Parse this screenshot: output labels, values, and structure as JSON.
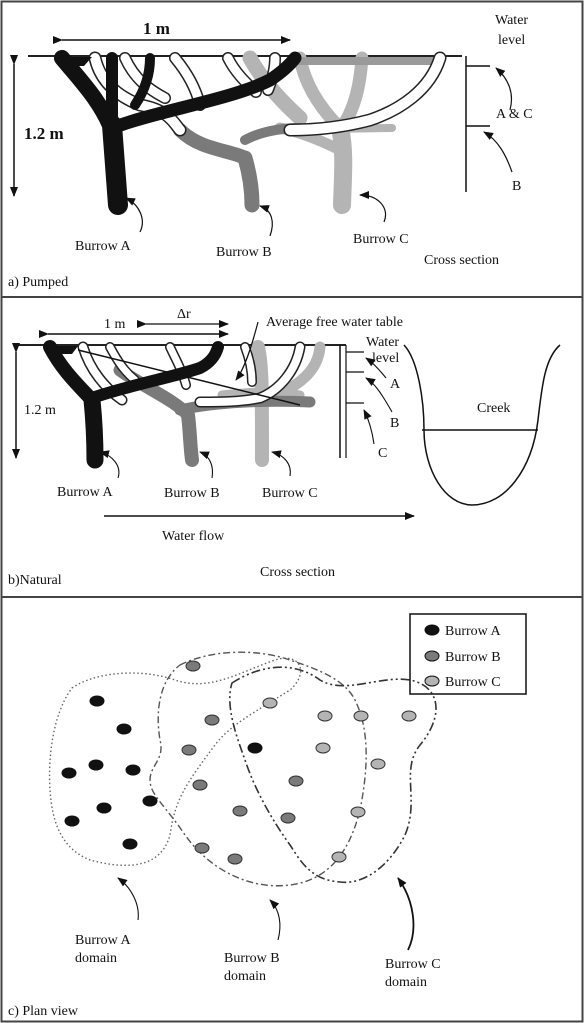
{
  "panels": {
    "a": {
      "label": "a) Pumped",
      "width_label": "1 m",
      "depth_label": "1.2 m",
      "water_level": "Water level",
      "burrow_a": "Burrow A",
      "burrow_b": "Burrow B",
      "burrow_c": "Burrow C",
      "levels_ac": "A & C",
      "levels_b": "B",
      "cross_section": "Cross section"
    },
    "b": {
      "label": "b)Natural",
      "width_label": "1 m",
      "delta_r": "Δr",
      "avg_table": "Average free water table",
      "depth_label": "1.2 m",
      "water_level": "Water level",
      "level_a": "A",
      "level_b": "B",
      "level_c": "C",
      "creek": "Creek",
      "burrow_a": "Burrow A",
      "burrow_b": "Burrow B",
      "burrow_c": "Burrow C",
      "water_flow": "Water flow",
      "cross_section": "Cross section"
    },
    "c": {
      "label": "c) Plan view",
      "legend": [
        "Burrow A",
        "Burrow B",
        "Burrow C"
      ],
      "domain_a": [
        "Burrow A",
        "domain"
      ],
      "domain_b": [
        "Burrow B",
        "domain"
      ],
      "domain_c": [
        "Burrow C",
        "domain"
      ]
    }
  },
  "colors": {
    "burrow_a": "#111111",
    "burrow_b": "#7a7a7a",
    "burrow_c": "#b4b4b4",
    "frame": "#444444"
  }
}
